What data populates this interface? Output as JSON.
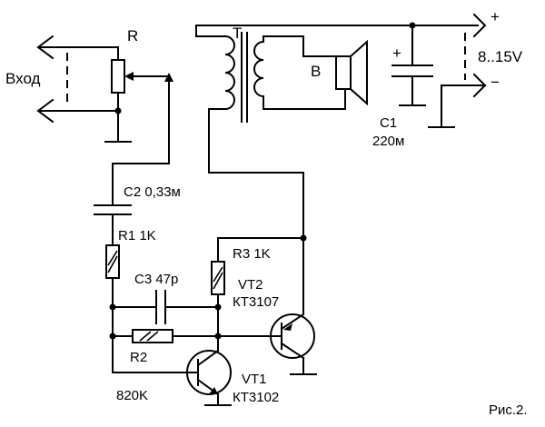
{
  "labels": {
    "input": "Вход",
    "potentiometer": "R",
    "transformer": "T",
    "speaker": "B",
    "cap_c1_polarity": "+",
    "supply_plus": "+",
    "supply_minus": "−",
    "supply_voltage": "8..15V",
    "c1_name": "C1",
    "c1_value": "220м",
    "c2": "C2 0,33м",
    "r1": "R1 1K",
    "r3": "R3 1K",
    "c3": "C3 47р",
    "vt2_name": "VT2",
    "vt2_type": "КТ3107",
    "r2_name": "R2",
    "r2_value": "820K",
    "vt1_name": "VT1",
    "vt1_type": "КТ3102",
    "figure": "Рис.2."
  }
}
